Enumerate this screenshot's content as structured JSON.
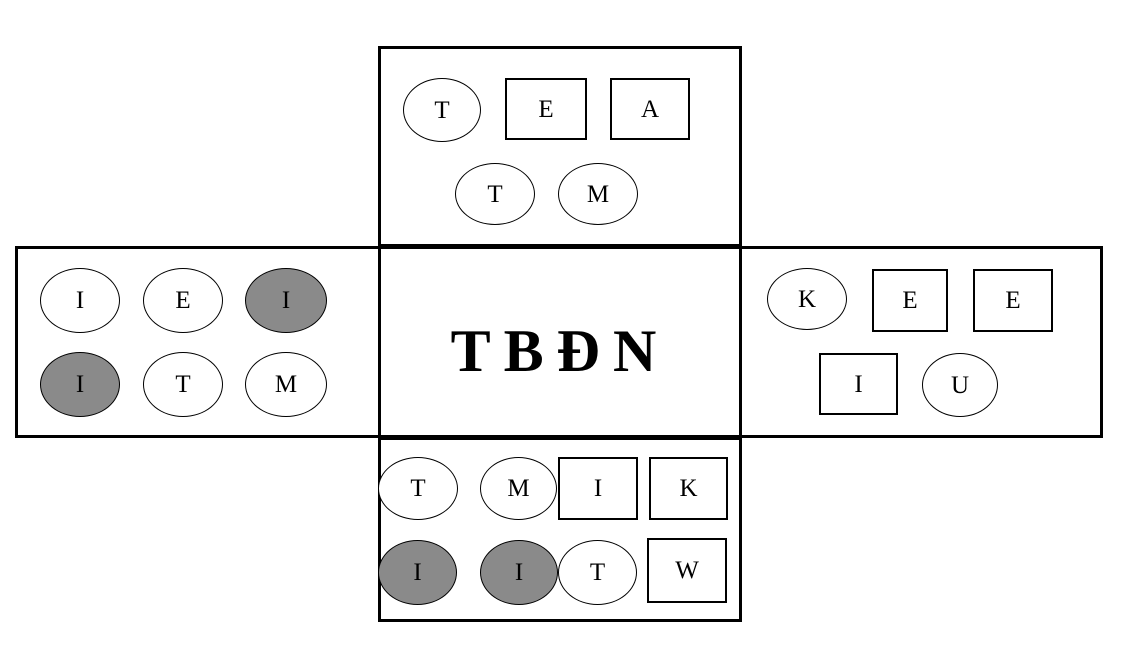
{
  "colors": {
    "gray_fill": "#8a8a8a",
    "white_fill": "#ffffff",
    "line": "#000000"
  },
  "center": {
    "label": "TBĐN"
  },
  "panels": {
    "top": {
      "shapes": [
        {
          "shape": "ellipse",
          "label": "T",
          "filled": false
        },
        {
          "shape": "rect",
          "label": "E",
          "filled": false
        },
        {
          "shape": "rect",
          "label": "A",
          "filled": false
        },
        {
          "shape": "ellipse",
          "label": "T",
          "filled": false
        },
        {
          "shape": "ellipse",
          "label": "M",
          "filled": false
        }
      ]
    },
    "left": {
      "shapes": [
        {
          "shape": "ellipse",
          "label": "I",
          "filled": false
        },
        {
          "shape": "ellipse",
          "label": "E",
          "filled": false
        },
        {
          "shape": "ellipse",
          "label": "I",
          "filled": true
        },
        {
          "shape": "ellipse",
          "label": "I",
          "filled": true
        },
        {
          "shape": "ellipse",
          "label": "T",
          "filled": false
        },
        {
          "shape": "ellipse",
          "label": "M",
          "filled": false
        }
      ]
    },
    "right": {
      "shapes": [
        {
          "shape": "ellipse",
          "label": "K",
          "filled": false
        },
        {
          "shape": "rect",
          "label": "E",
          "filled": false
        },
        {
          "shape": "rect",
          "label": "E",
          "filled": false
        },
        {
          "shape": "rect",
          "label": "I",
          "filled": false
        },
        {
          "shape": "ellipse",
          "label": "U",
          "filled": false
        }
      ]
    },
    "bottom": {
      "shapes": [
        {
          "shape": "ellipse",
          "label": "T",
          "filled": false
        },
        {
          "shape": "ellipse",
          "label": "M",
          "filled": false
        },
        {
          "shape": "rect",
          "label": "I",
          "filled": false
        },
        {
          "shape": "rect",
          "label": "K",
          "filled": false
        },
        {
          "shape": "ellipse",
          "label": "I",
          "filled": true
        },
        {
          "shape": "ellipse",
          "label": "I",
          "filled": true
        },
        {
          "shape": "ellipse",
          "label": "T",
          "filled": false
        },
        {
          "shape": "rect",
          "label": "W",
          "filled": false
        }
      ]
    }
  }
}
